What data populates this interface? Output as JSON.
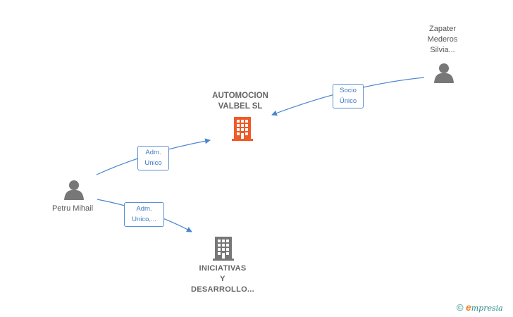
{
  "nodes": {
    "automocion": {
      "label": "AUTOMOCION\nVALBEL  SL",
      "color": "#f05a28"
    },
    "iniciativas": {
      "label": "INICIATIVAS\nY\nDESARROLLO...",
      "color": "#777777"
    },
    "zapater": {
      "label": "Zapater\nMederos\nSilvia..."
    },
    "petru": {
      "label": "Petru Mihail"
    }
  },
  "edges": {
    "socio": {
      "label": "Socio\nÚnico"
    },
    "adm1": {
      "label": "Adm.\nUnico"
    },
    "adm2": {
      "label": "Adm.\nUnico,..."
    }
  },
  "brand": {
    "copyright": "©",
    "e": "e",
    "name": "mpresia"
  },
  "colors": {
    "edge": "#4a86cf",
    "person": "#777777"
  }
}
